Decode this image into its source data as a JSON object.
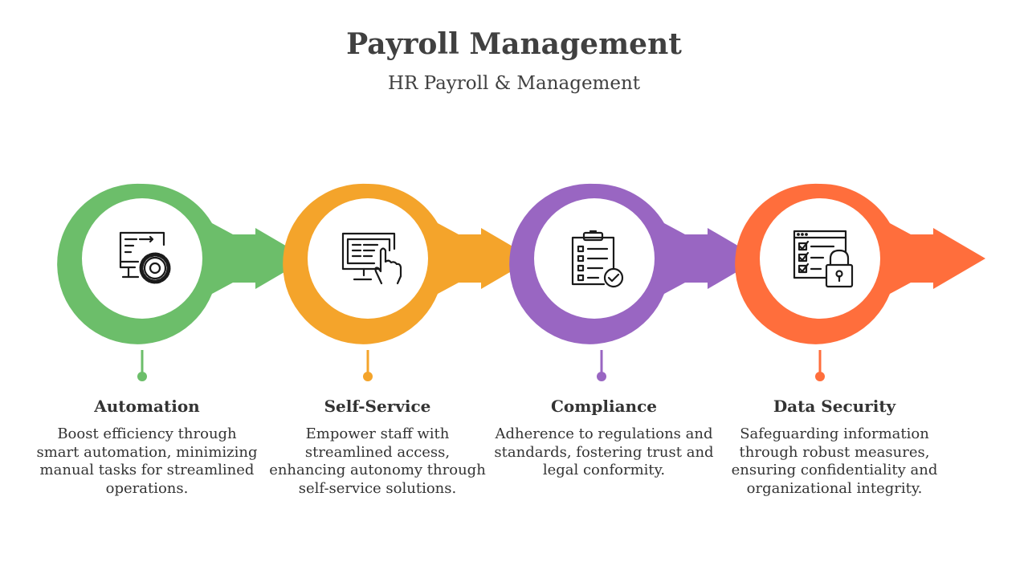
{
  "title": "Payroll Management",
  "subtitle": "HR Payroll & Management",
  "steps": [
    {
      "title": "Automation",
      "description": "Boost efficiency through smart automation, minimizing manual tasks for streamlined operations.",
      "color": "#6CBE6A",
      "icon": "computer-gear-icon"
    },
    {
      "title": "Self-Service",
      "description": "Empower staff with streamlined access, enhancing autonomy through self-service solutions.",
      "color": "#F4A42B",
      "icon": "touch-screen-icon"
    },
    {
      "title": "Compliance",
      "description": "Adherence to regulations and standards, fostering trust and legal conformity.",
      "color": "#9966C2",
      "icon": "checklist-clipboard-icon"
    },
    {
      "title": "Data Security",
      "description": "Safeguarding information through robust measures, ensuring confidentiality and organizational integrity.",
      "color": "#FF6E3C",
      "icon": "secure-checklist-lock-icon"
    }
  ]
}
